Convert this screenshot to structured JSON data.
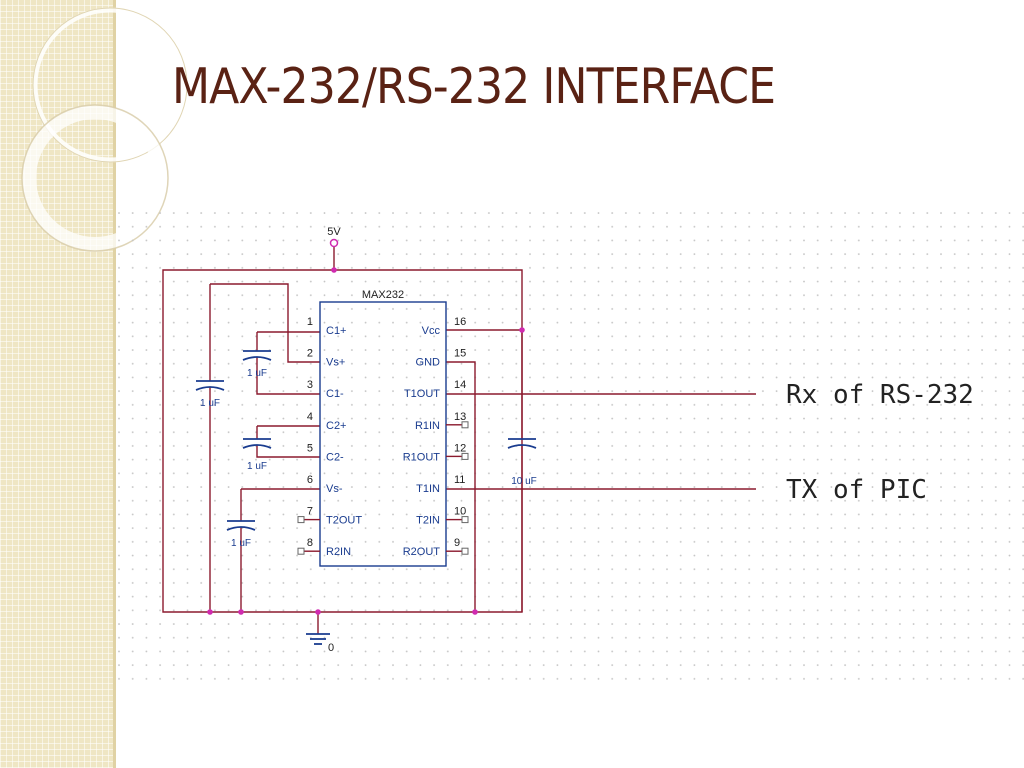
{
  "slide": {
    "title": "MAX-232/RS-232 INTERFACE"
  },
  "colors": {
    "title": "#5a2214",
    "wire": "#8b1a2e",
    "component": "#1a3c8f",
    "junction": "#d02bb0",
    "side_band": "#efe6c4"
  },
  "schematic": {
    "supply_label": "5V",
    "ground_label": "0",
    "ic": {
      "name": "MAX232",
      "left_pins": [
        {
          "number": "1",
          "name": "C1+",
          "open": false
        },
        {
          "number": "2",
          "name": "Vs+",
          "open": false
        },
        {
          "number": "3",
          "name": "C1-",
          "open": false
        },
        {
          "number": "4",
          "name": "C2+",
          "open": false
        },
        {
          "number": "5",
          "name": "C2-",
          "open": false
        },
        {
          "number": "6",
          "name": "Vs-",
          "open": false
        },
        {
          "number": "7",
          "name": "T2OUT",
          "open": true
        },
        {
          "number": "8",
          "name": "R2IN",
          "open": true
        }
      ],
      "right_pins": [
        {
          "number": "16",
          "name": "Vcc",
          "open": false
        },
        {
          "number": "15",
          "name": "GND",
          "open": false
        },
        {
          "number": "14",
          "name": "T1OUT",
          "open": false
        },
        {
          "number": "13",
          "name": "R1IN",
          "open": true
        },
        {
          "number": "12",
          "name": "R1OUT",
          "open": true
        },
        {
          "number": "11",
          "name": "T1IN",
          "open": false
        },
        {
          "number": "10",
          "name": "T2IN",
          "open": true
        },
        {
          "number": "9",
          "name": "R2OUT",
          "open": true
        }
      ]
    },
    "capacitors": {
      "c1": "1 uF",
      "c2": "1 uF",
      "c3": "1 uF",
      "c4": "1 uF",
      "c5": "10 uF"
    }
  },
  "signals": {
    "rx_label": "Rx of RS-232",
    "tx_label": "TX of PIC"
  }
}
